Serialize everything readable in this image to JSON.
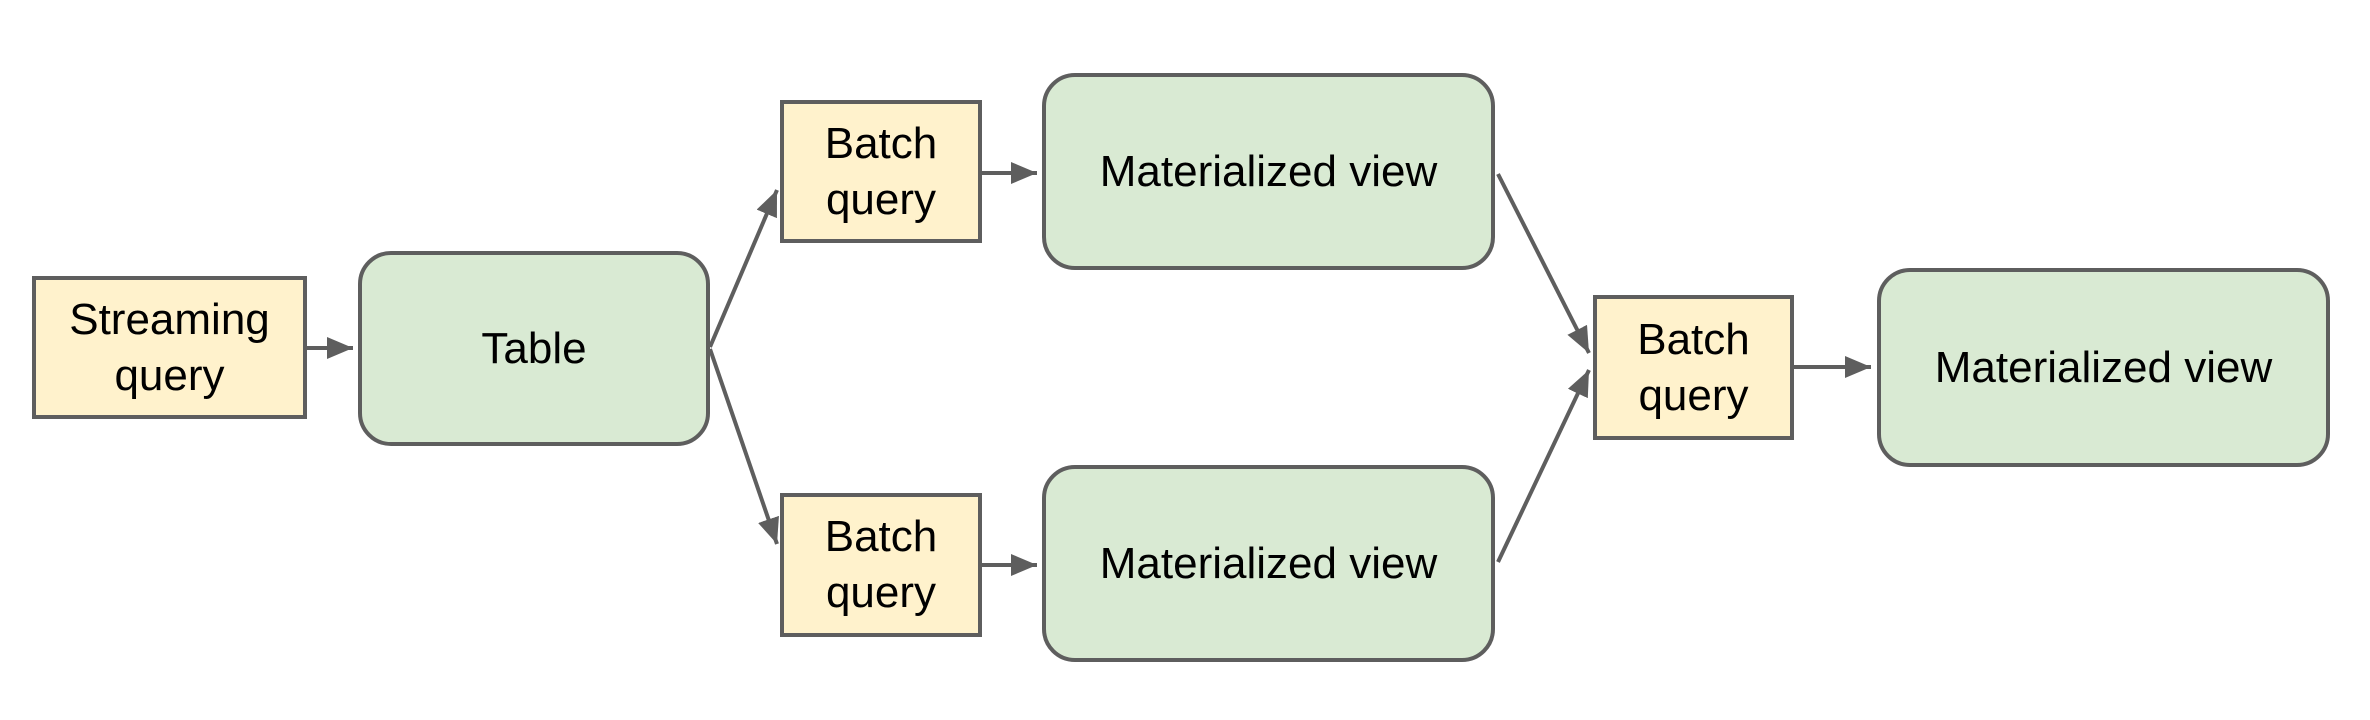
{
  "diagram": {
    "colors": {
      "query_fill": "#FFF2CC",
      "store_fill": "#D9EAD3",
      "stroke": "#5E5E5E",
      "text": "#000000",
      "background": "#FFFFFF"
    },
    "nodes": [
      {
        "id": "streaming-query",
        "label": "Streaming query",
        "kind": "query"
      },
      {
        "id": "table",
        "label": "Table",
        "kind": "store"
      },
      {
        "id": "batch-query-top",
        "label": "Batch query",
        "kind": "query"
      },
      {
        "id": "materialized-view-top",
        "label": "Materialized view",
        "kind": "store"
      },
      {
        "id": "batch-query-bottom",
        "label": "Batch query",
        "kind": "query"
      },
      {
        "id": "materialized-view-bottom",
        "label": "Materialized view",
        "kind": "store"
      },
      {
        "id": "batch-query-center",
        "label": "Batch query",
        "kind": "query"
      },
      {
        "id": "materialized-view-final",
        "label": "Materialized view",
        "kind": "store"
      }
    ],
    "edges": [
      {
        "from": "streaming-query",
        "to": "table"
      },
      {
        "from": "table",
        "to": "batch-query-top"
      },
      {
        "from": "table",
        "to": "batch-query-bottom"
      },
      {
        "from": "batch-query-top",
        "to": "materialized-view-top"
      },
      {
        "from": "batch-query-bottom",
        "to": "materialized-view-bottom"
      },
      {
        "from": "materialized-view-top",
        "to": "batch-query-center"
      },
      {
        "from": "materialized-view-bottom",
        "to": "batch-query-center"
      },
      {
        "from": "batch-query-center",
        "to": "materialized-view-final"
      }
    ]
  }
}
